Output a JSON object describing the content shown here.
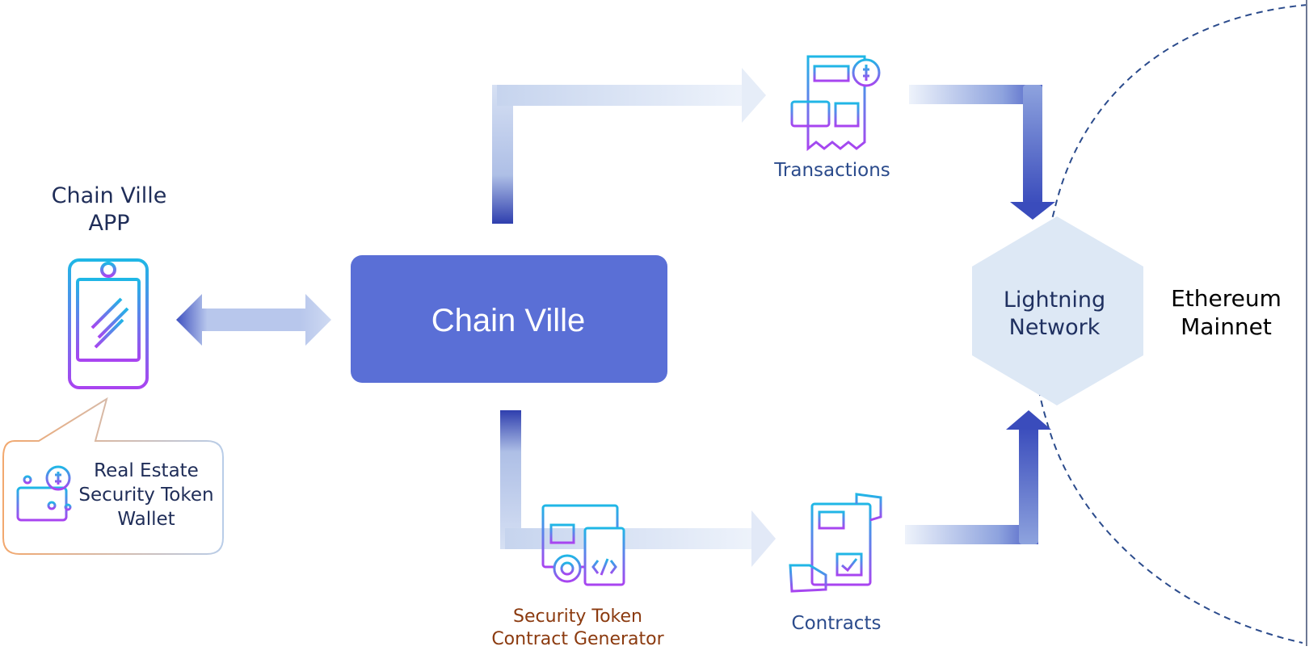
{
  "app": {
    "title_line1": "Chain Ville",
    "title_line2": "APP"
  },
  "wallet": {
    "line1": "Real Estate",
    "line2": "Security Token",
    "line3": "Wallet"
  },
  "main": {
    "label": "Chain Ville"
  },
  "transactions": {
    "label": "Transactions"
  },
  "contracts": {
    "label": "Contracts"
  },
  "generator": {
    "line1": "Security Token",
    "line2": "Contract Generator"
  },
  "lightning": {
    "line1": "Lightning",
    "line2": "Network"
  },
  "ethereum": {
    "line1": "Ethereum",
    "line2": "Mainnet"
  },
  "colors": {
    "main_box": "#5a6fd6",
    "arrow_dark": "#2f3fae",
    "arrow_light": "#dfe7f5",
    "hexagon": "#dde8f5",
    "icon_top": "#1fb7e6",
    "icon_bottom": "#a944f0",
    "bubble_border_left": "#f2a86e",
    "bubble_border_right": "#b9cde8",
    "dashed_circle": "#2b4b8c"
  }
}
